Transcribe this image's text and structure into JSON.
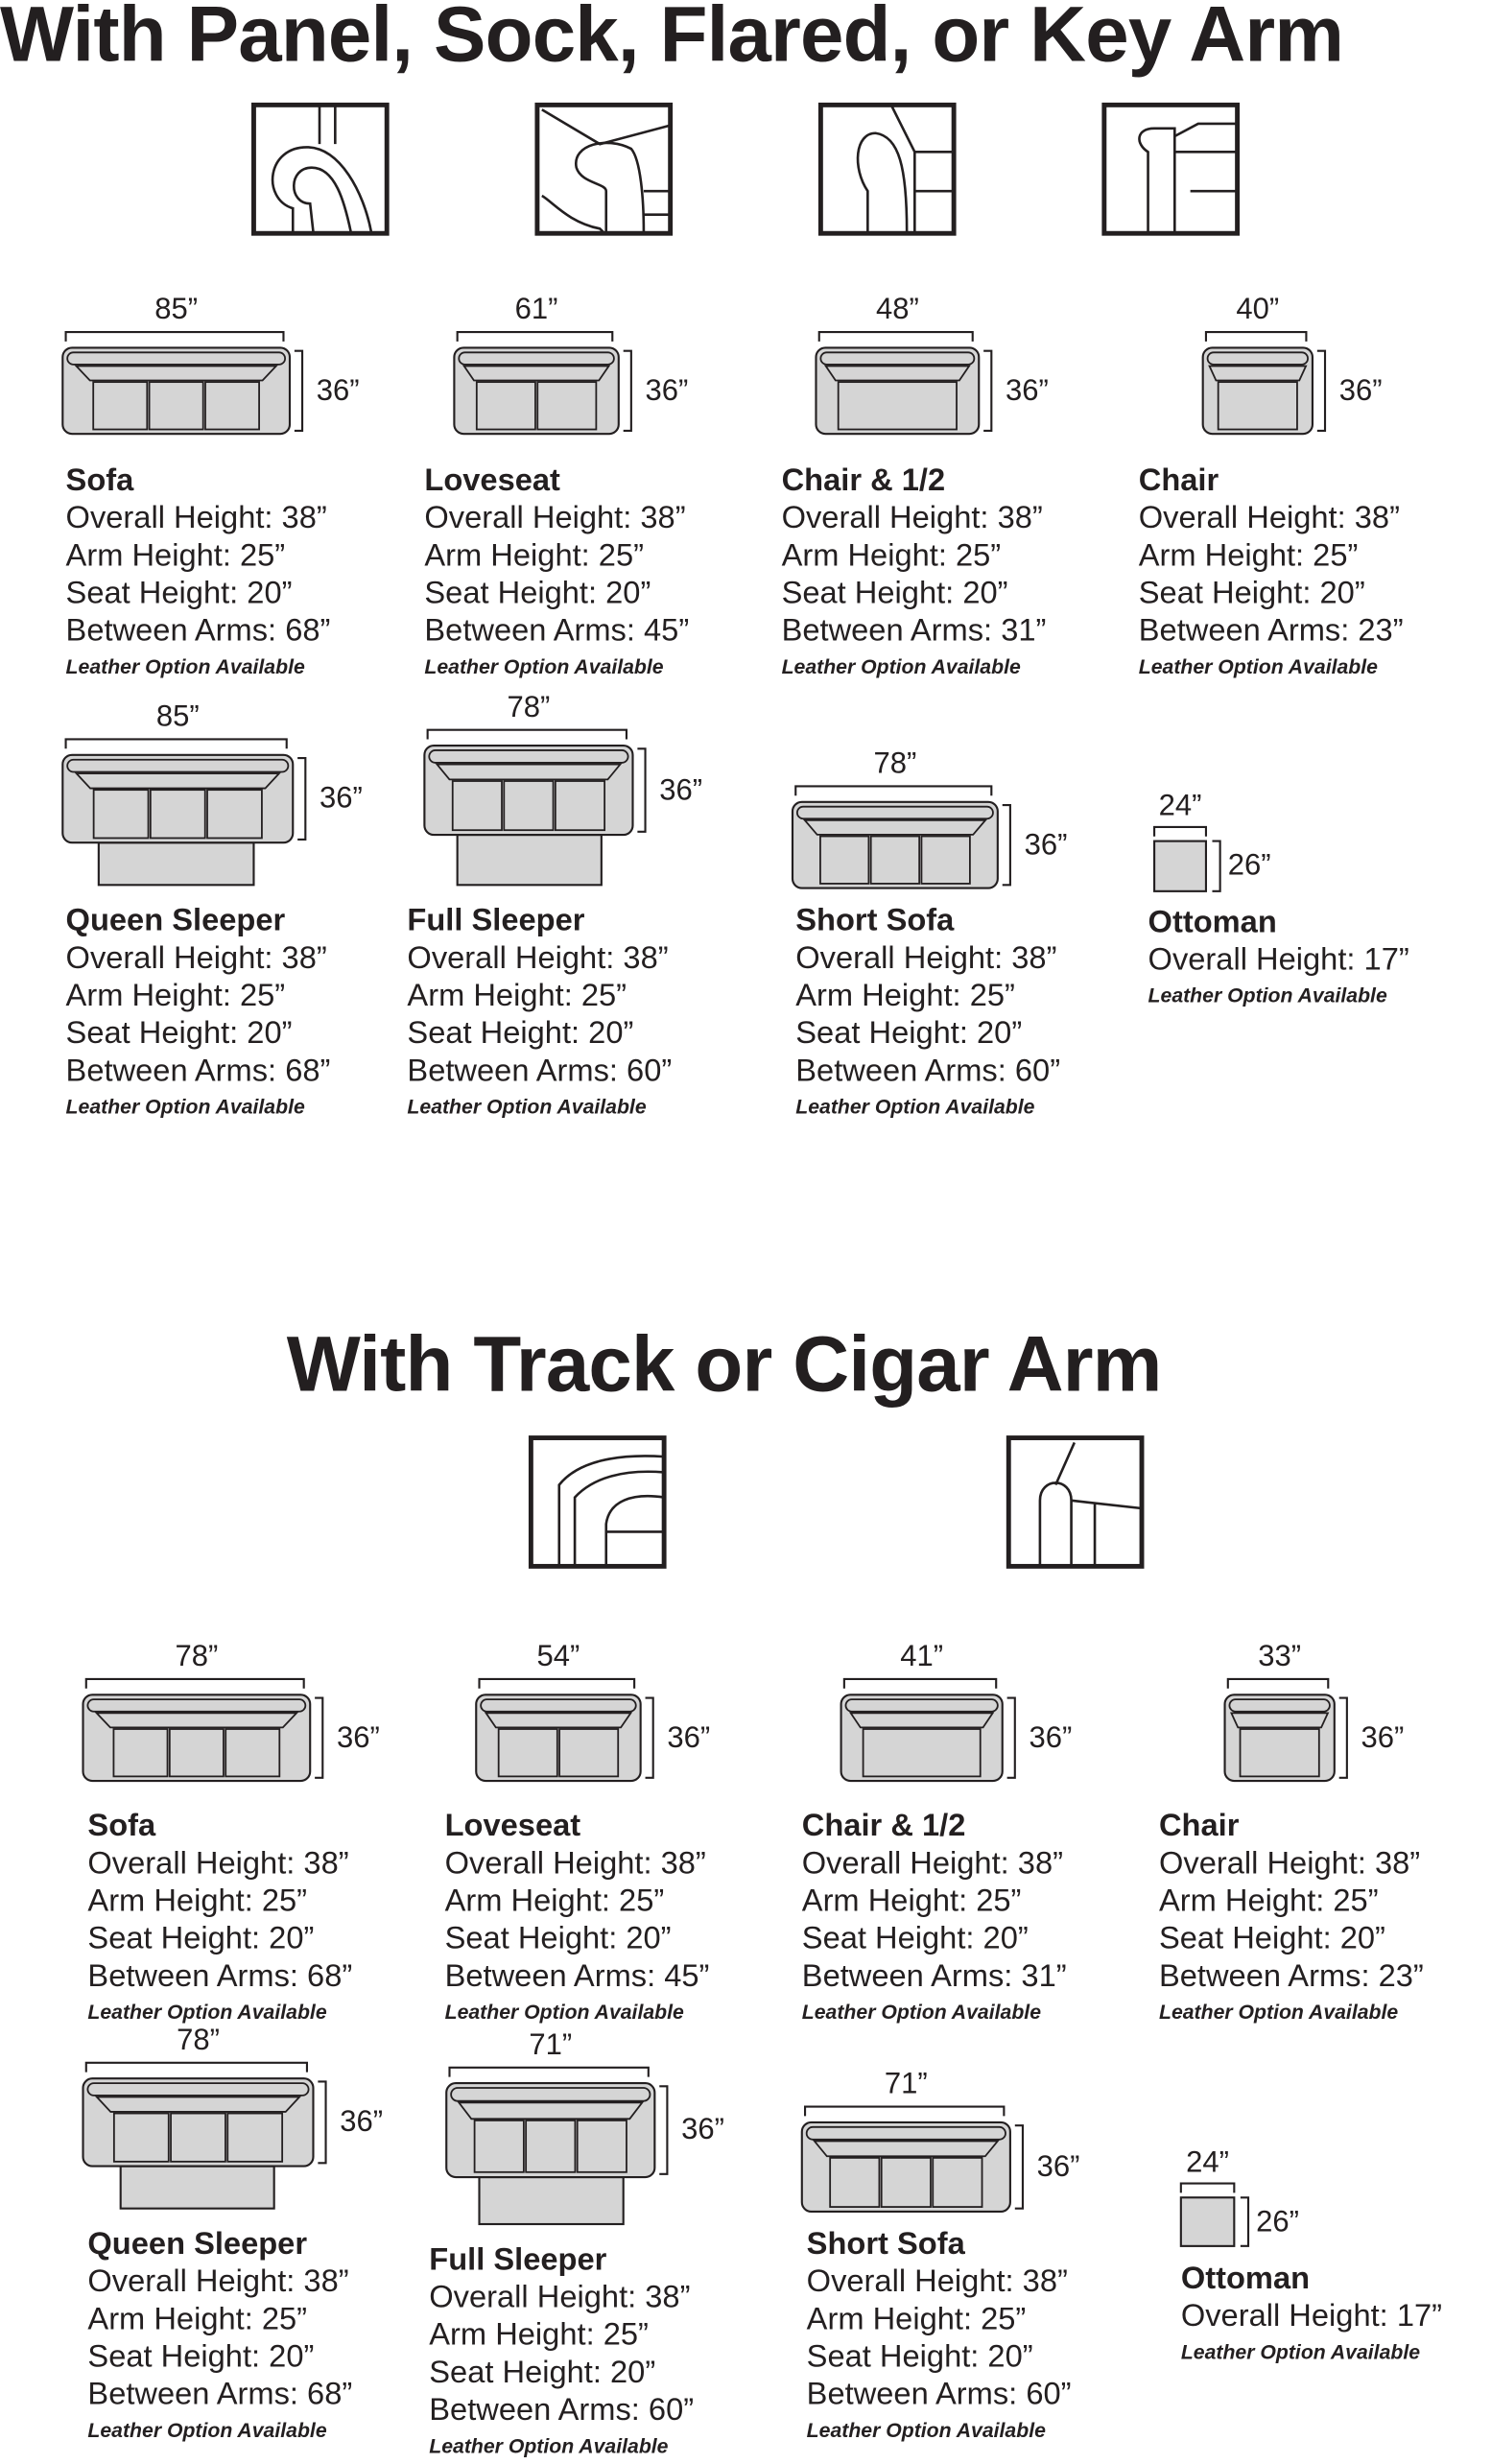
{
  "section1": {
    "title": "With Panel, Sock, Flared, or Key Arm",
    "arm_icons": [
      "panel-arm-icon",
      "sock-arm-icon",
      "flared-arm-icon",
      "key-arm-icon"
    ],
    "items": [
      {
        "name": "Sofa",
        "width": "85”",
        "height": "36”",
        "specs": [
          "Overall Height: 38”",
          "Arm Height: 25”",
          "Seat Height: 20”",
          "Between Arms: 68”"
        ],
        "leather": "Leather Option Available"
      },
      {
        "name": "Loveseat",
        "width": "61”",
        "height": "36”",
        "specs": [
          "Overall Height: 38”",
          "Arm Height: 25”",
          "Seat Height: 20”",
          "Between Arms: 45”"
        ],
        "leather": "Leather Option Available"
      },
      {
        "name": "Chair & 1/2",
        "width": "48”",
        "height": "36”",
        "specs": [
          "Overall Height: 38”",
          "Arm Height: 25”",
          "Seat Height: 20”",
          "Between Arms: 31”"
        ],
        "leather": "Leather Option Available"
      },
      {
        "name": "Chair",
        "width": "40”",
        "height": "36”",
        "specs": [
          "Overall Height: 38”",
          "Arm Height: 25”",
          "Seat Height: 20”",
          "Between Arms: 23”"
        ],
        "leather": "Leather Option Available"
      },
      {
        "name": "Queen Sleeper",
        "width": "85”",
        "height": "36”",
        "specs": [
          "Overall Height: 38”",
          "Arm Height: 25”",
          "Seat Height: 20”",
          "Between Arms: 68”"
        ],
        "leather": "Leather Option Available"
      },
      {
        "name": "Full Sleeper",
        "width": "78”",
        "height": "36”",
        "specs": [
          "Overall Height: 38”",
          "Arm Height: 25”",
          "Seat Height: 20”",
          "Between Arms: 60”"
        ],
        "leather": "Leather Option Available"
      },
      {
        "name": "Short Sofa",
        "width": "78”",
        "height": "36”",
        "specs": [
          "Overall Height: 38”",
          "Arm Height: 25”",
          "Seat Height: 20”",
          "Between Arms: 60”"
        ],
        "leather": "Leather Option Available"
      },
      {
        "name": "Ottoman",
        "width": "24”",
        "height": "26”",
        "specs": [
          "Overall Height: 17”"
        ],
        "leather": "Leather Option Available"
      }
    ]
  },
  "section2": {
    "title": "With Track or Cigar Arm",
    "arm_icons": [
      "track-arm-icon",
      "cigar-arm-icon"
    ],
    "items": [
      {
        "name": "Sofa",
        "width": "78”",
        "height": "36”",
        "specs": [
          "Overall Height: 38”",
          "Arm Height: 25”",
          "Seat Height: 20”",
          "Between Arms: 68”"
        ],
        "leather": "Leather Option Available"
      },
      {
        "name": "Loveseat",
        "width": "54”",
        "height": "36”",
        "specs": [
          "Overall Height: 38”",
          "Arm Height: 25”",
          "Seat Height: 20”",
          "Between Arms: 45”"
        ],
        "leather": "Leather Option Available"
      },
      {
        "name": "Chair & 1/2",
        "width": "41”",
        "height": "36”",
        "specs": [
          "Overall Height: 38”",
          "Arm Height: 25”",
          "Seat Height: 20”",
          "Between Arms: 31”"
        ],
        "leather": "Leather Option Available"
      },
      {
        "name": "Chair",
        "width": "33”",
        "height": "36”",
        "specs": [
          "Overall Height: 38”",
          "Arm Height: 25”",
          "Seat Height: 20”",
          "Between Arms: 23”"
        ],
        "leather": "Leather Option Available"
      },
      {
        "name": "Queen Sleeper",
        "width": "78”",
        "height": "36”",
        "specs": [
          "Overall Height: 38”",
          "Arm Height: 25”",
          "Seat Height: 20”",
          "Between Arms: 68”"
        ],
        "leather": "Leather Option Available"
      },
      {
        "name": "Full Sleeper",
        "width": "71”",
        "height": "36”",
        "specs": [
          "Overall Height: 38”",
          "Arm Height: 25”",
          "Seat Height: 20”",
          "Between Arms: 60”"
        ],
        "leather": "Leather Option Available"
      },
      {
        "name": "Short Sofa",
        "width": "71”",
        "height": "36”",
        "specs": [
          "Overall Height: 38”",
          "Arm Height: 25”",
          "Seat Height: 20”",
          "Between Arms: 60”"
        ],
        "leather": "Leather Option Available"
      },
      {
        "name": "Ottoman",
        "width": "24”",
        "height": "26”",
        "specs": [
          "Overall Height: 17”"
        ],
        "leather": "Leather Option Available"
      }
    ]
  }
}
